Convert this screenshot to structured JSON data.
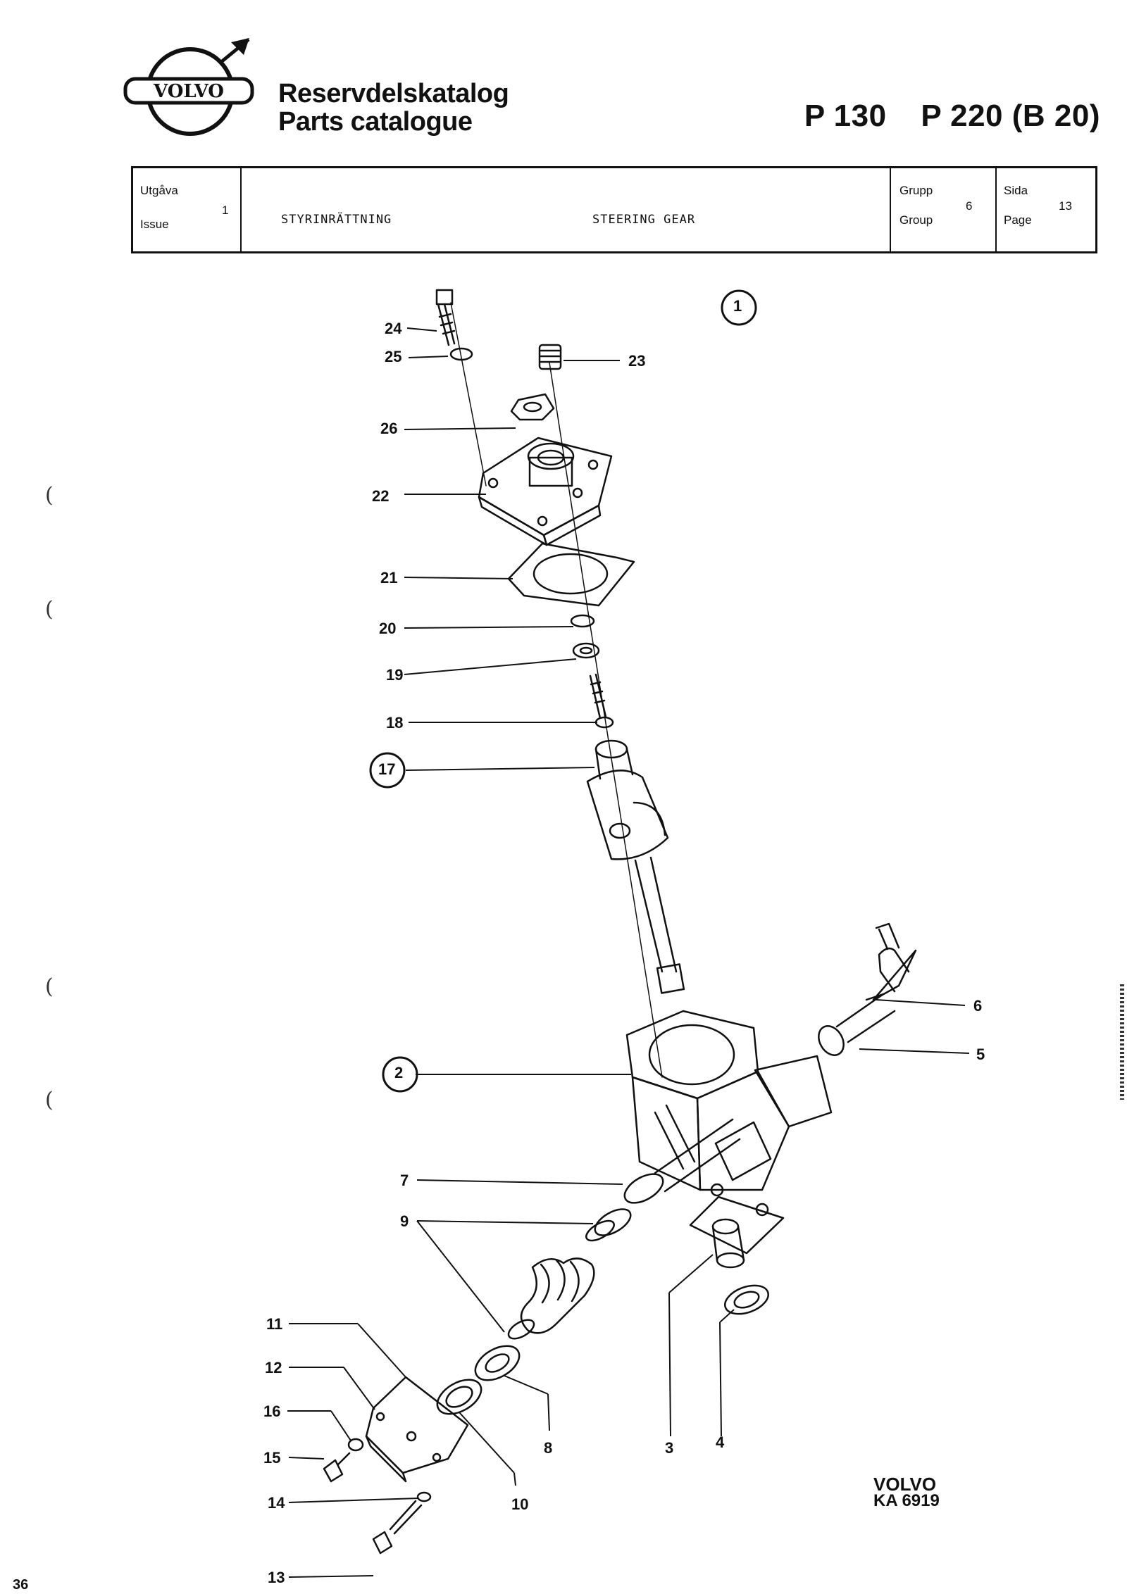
{
  "header": {
    "brand": "VOLVO",
    "title_sv": "Reservdelskatalog",
    "title_en": "Parts catalogue",
    "models": [
      "P 130",
      "P 220 (B 20)"
    ]
  },
  "info_box": {
    "issue_label_sv": "Utgåva",
    "issue_label_en": "Issue",
    "issue_value": "1",
    "description_sv": "STYRINRÄTTNING",
    "description_en": "STEERING GEAR",
    "group_label_sv": "Grupp",
    "group_label_en": "Group",
    "group_value": "6",
    "page_label_sv": "Sida",
    "page_label_en": "Page",
    "page_value": "13"
  },
  "diagram": {
    "callouts": [
      "1",
      "2",
      "3",
      "4",
      "5",
      "6",
      "7",
      "8",
      "9",
      "10",
      "11",
      "12",
      "13",
      "14",
      "15",
      "16",
      "17",
      "18",
      "19",
      "20",
      "21",
      "22",
      "23",
      "24",
      "25",
      "26"
    ],
    "circled": [
      "1",
      "2",
      "17"
    ]
  },
  "stamp": {
    "brand": "VOLVO",
    "code": "KA 6919"
  },
  "page_number": "36",
  "colors": {
    "ink": "#111111",
    "paper": "#ffffff"
  }
}
